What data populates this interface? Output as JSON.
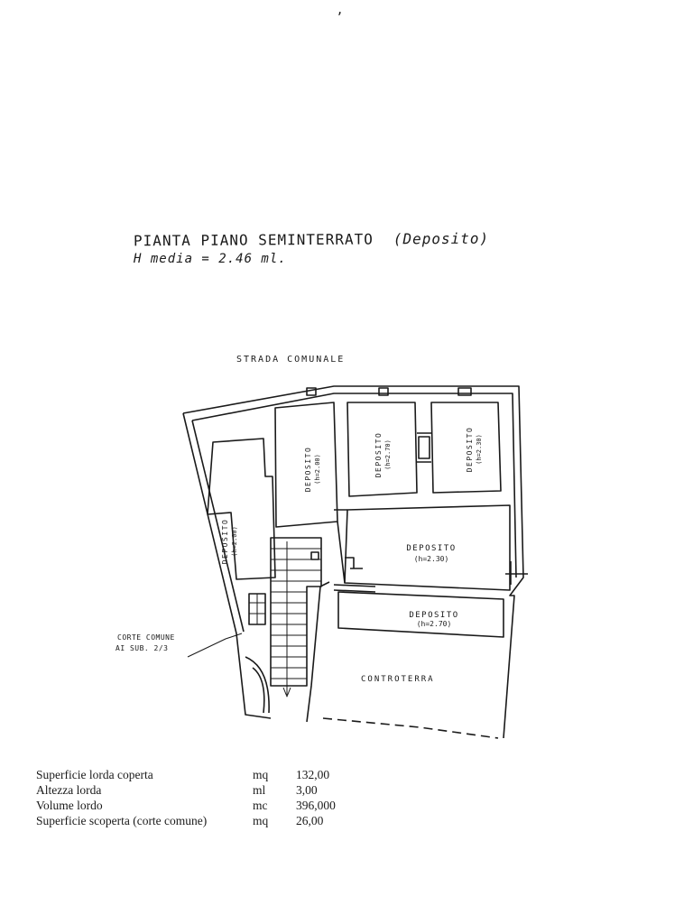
{
  "page_mark": ",",
  "title": {
    "line1": "PIANTA PIANO SEMINTERRATO",
    "line1_paren": "(Deposito)",
    "line2": "H media = 2.46 ml."
  },
  "plan": {
    "street_label": "STRADA COMUNALE",
    "rooms": [
      {
        "name": "DEPOSITO",
        "height": "(h=2.00)"
      },
      {
        "name": "DEPOSITO",
        "height": "(h=2.00)"
      },
      {
        "name": "DEPOSITO",
        "height": "(h=2.70)"
      },
      {
        "name": "DEPOSITO",
        "height": "(h=2.30)"
      },
      {
        "name": "DEPOSITO",
        "height": "(h=2.30)"
      },
      {
        "name": "DEPOSITO",
        "height": "(h=2.70)"
      }
    ],
    "corte_label_line1": "CORTE COMUNE",
    "corte_label_line2": "AI SUB. 2/3",
    "controterra_label": "CONTROTERRA"
  },
  "stats": [
    {
      "label": "Superficie lorda coperta",
      "unit": "mq",
      "value": "132,00"
    },
    {
      "label": "Altezza lorda",
      "unit": "ml",
      "value": "3,00"
    },
    {
      "label": "Volume lordo",
      "unit": "mc",
      "value": "396,000"
    },
    {
      "label": "Superficie scoperta (corte comune)",
      "unit": "mq",
      "value": "26,00"
    }
  ],
  "colors": {
    "ink": "#1a1a1a",
    "paper": "#ffffff"
  }
}
